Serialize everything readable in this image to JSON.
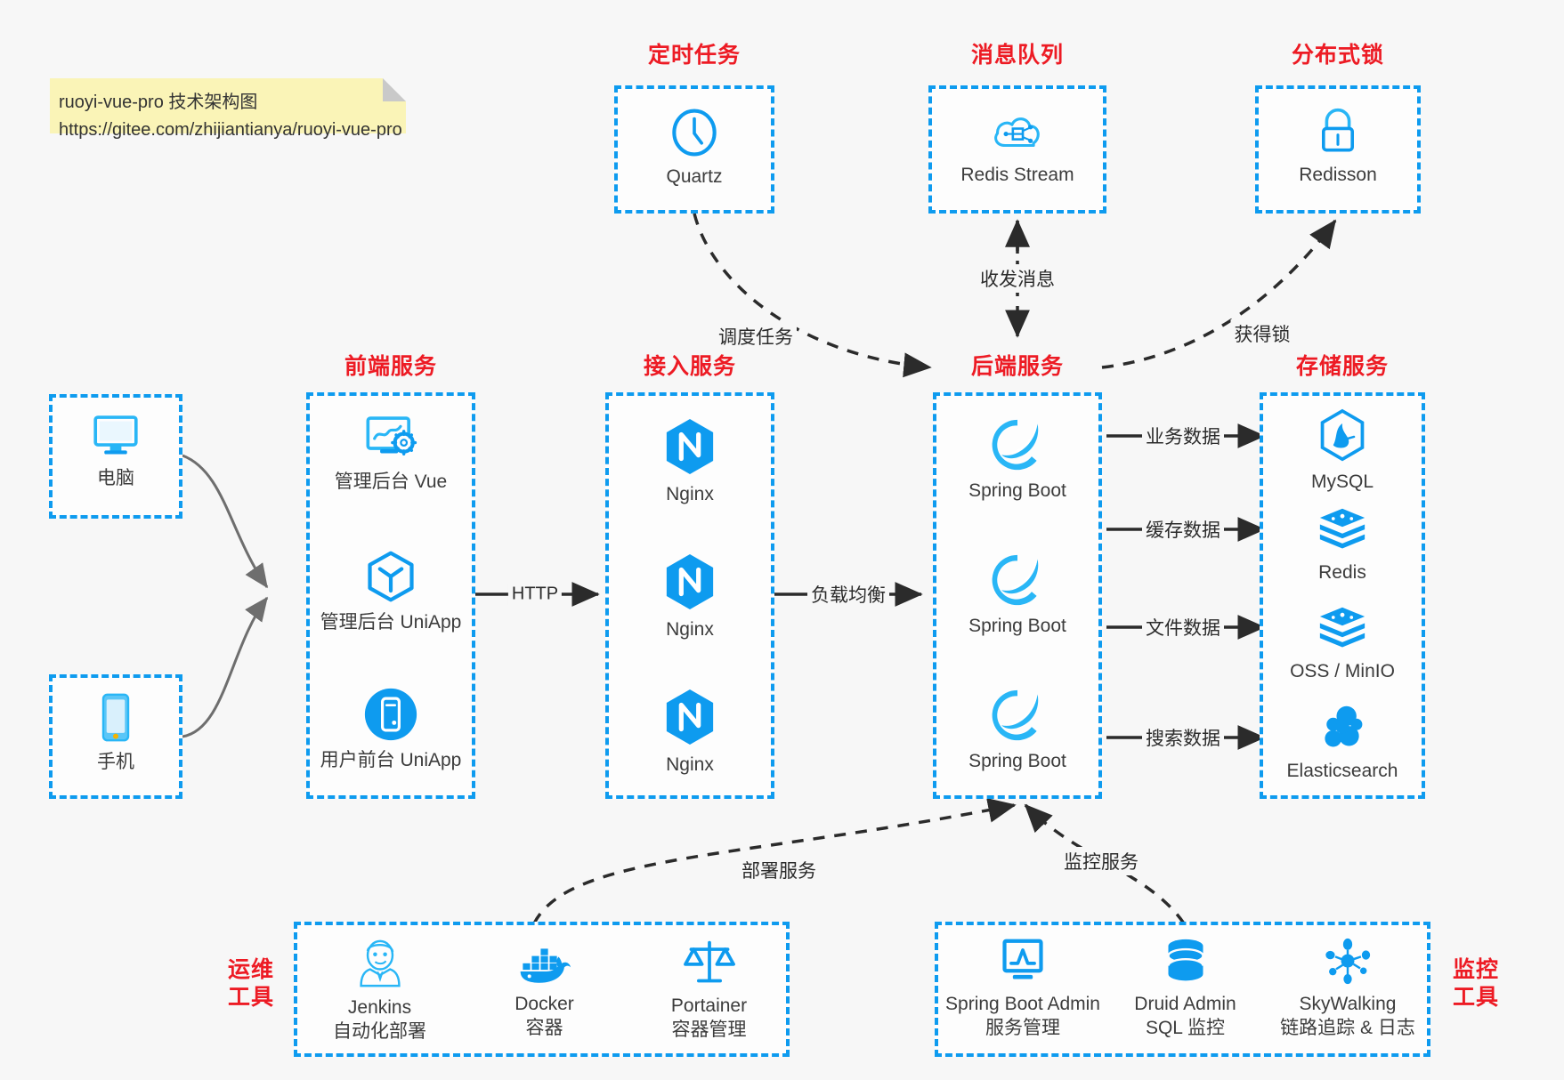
{
  "note": {
    "line1": "ruoyi-vue-pro 技术架构图",
    "line2": "https://gitee.com/zhijiantianya/ruoyi-vue-pro"
  },
  "colors": {
    "accent_blue": "#0E9BEF",
    "title_red": "#ED1B24",
    "note_yellow": "#FAF4B7",
    "edge_black": "#2b2b2b",
    "edge_gray": "#6e6e6e",
    "background": "#f7f7f7"
  },
  "groups": {
    "scheduled_task": {
      "title": "定时任务",
      "nodes": [
        {
          "label": "Quartz",
          "icon": "clock-icon"
        }
      ]
    },
    "message_queue": {
      "title": "消息队列",
      "nodes": [
        {
          "label": "Redis Stream",
          "icon": "cloud-stream-icon"
        }
      ]
    },
    "distributed_lock": {
      "title": "分布式锁",
      "nodes": [
        {
          "label": "Redisson",
          "icon": "lock-icon"
        }
      ]
    },
    "clients": {
      "nodes": [
        {
          "label": "电脑",
          "icon": "desktop-icon"
        },
        {
          "label": "手机",
          "icon": "mobile-phone-icon"
        }
      ]
    },
    "frontend": {
      "title": "前端服务",
      "nodes": [
        {
          "label": "管理后台 Vue",
          "icon": "dashboard-gear-icon"
        },
        {
          "label": "管理后台 UniApp",
          "icon": "uniapp-cube-icon"
        },
        {
          "label": "用户前台 UniApp",
          "icon": "mobile-app-icon"
        }
      ]
    },
    "gateway": {
      "title": "接入服务",
      "nodes": [
        {
          "label": "Nginx",
          "icon": "nginx-icon"
        },
        {
          "label": "Nginx",
          "icon": "nginx-icon"
        },
        {
          "label": "Nginx",
          "icon": "nginx-icon"
        }
      ]
    },
    "backend": {
      "title": "后端服务",
      "nodes": [
        {
          "label": "Spring Boot",
          "icon": "spring-boot-icon"
        },
        {
          "label": "Spring Boot",
          "icon": "spring-boot-icon"
        },
        {
          "label": "Spring Boot",
          "icon": "spring-boot-icon"
        }
      ]
    },
    "storage": {
      "title": "存储服务",
      "nodes": [
        {
          "label": "MySQL",
          "icon": "mysql-icon"
        },
        {
          "label": "Redis",
          "icon": "redis-icon"
        },
        {
          "label": "OSS / MinIO",
          "icon": "oss-minio-icon"
        },
        {
          "label": "Elasticsearch",
          "icon": "elasticsearch-icon"
        }
      ]
    },
    "devops": {
      "title": "运维\n工具",
      "title_l1": "运维",
      "title_l2": "工具",
      "nodes": [
        {
          "label": "Jenkins",
          "sub": "自动化部署",
          "icon": "jenkins-icon"
        },
        {
          "label": "Docker",
          "sub": "容器",
          "icon": "docker-icon"
        },
        {
          "label": "Portainer",
          "sub": "容器管理",
          "icon": "portainer-scale-icon"
        }
      ]
    },
    "monitoring": {
      "title_l1": "监控",
      "title_l2": "工具",
      "nodes": [
        {
          "label": "Spring Boot Admin",
          "sub": "服务管理",
          "icon": "monitor-chart-icon"
        },
        {
          "label": "Druid Admin",
          "sub": "SQL 监控",
          "icon": "database-icon"
        },
        {
          "label": "SkyWalking",
          "sub": "链路追踪 & 日志",
          "icon": "skywalking-icon"
        }
      ]
    }
  },
  "edges": [
    {
      "id": "edge-quartz-backend",
      "label": "调度任务",
      "style": "dashed",
      "from": "scheduled_task",
      "to": "backend"
    },
    {
      "id": "edge-mq-backend",
      "label": "收发消息",
      "style": "dashed",
      "from": "message_queue",
      "to": "backend",
      "bidirectional": true
    },
    {
      "id": "edge-backend-lock",
      "label": "获得锁",
      "style": "dashed",
      "from": "backend",
      "to": "distributed_lock"
    },
    {
      "id": "edge-frontend-gateway",
      "label": "HTTP",
      "style": "solid",
      "from": "frontend",
      "to": "gateway"
    },
    {
      "id": "edge-gateway-backend",
      "label": "负载均衡",
      "style": "solid",
      "from": "gateway",
      "to": "backend"
    },
    {
      "id": "edge-backend-mysql",
      "label": "业务数据",
      "style": "solid",
      "from": "backend",
      "to": "mysql"
    },
    {
      "id": "edge-backend-redis",
      "label": "缓存数据",
      "style": "solid",
      "from": "backend",
      "to": "redis"
    },
    {
      "id": "edge-backend-oss",
      "label": "文件数据",
      "style": "solid",
      "from": "backend",
      "to": "oss"
    },
    {
      "id": "edge-backend-es",
      "label": "搜索数据",
      "style": "solid",
      "from": "backend",
      "to": "elasticsearch"
    },
    {
      "id": "edge-devops-backend",
      "label": "部署服务",
      "style": "dashed",
      "from": "devops",
      "to": "backend"
    },
    {
      "id": "edge-monitoring-backend",
      "label": "监控服务",
      "style": "dashed",
      "from": "monitoring",
      "to": "backend"
    },
    {
      "id": "edge-desktop-frontend",
      "label": "",
      "style": "solid-curve",
      "from": "desktop",
      "to": "frontend"
    },
    {
      "id": "edge-mobile-frontend",
      "label": "",
      "style": "solid-curve",
      "from": "mobile",
      "to": "frontend"
    }
  ]
}
